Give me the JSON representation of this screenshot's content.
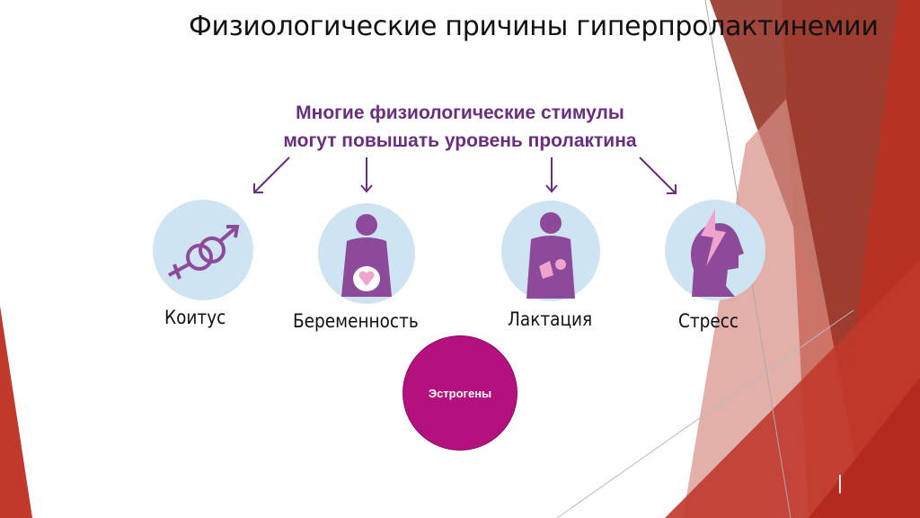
{
  "slide": {
    "title": "Физиологические причины гиперпролактинемии",
    "subtitle_line1": "Многие физиологические стимулы",
    "subtitle_line2": "могут повышать уровень пролактина",
    "stimuli": [
      {
        "label": "Коитус",
        "icon": "gender-symbols-icon"
      },
      {
        "label": "Беременность",
        "icon": "pregnant-woman-icon"
      },
      {
        "label": "Лактация",
        "icon": "breastfeeding-woman-icon"
      },
      {
        "label": "Стресс",
        "icon": "head-lightning-icon"
      }
    ],
    "estrogen_label": "Эстрогены",
    "slide_number_marker": "|"
  },
  "colors": {
    "purple_text": "#6b2d7e",
    "icon_purple": "#8d4a9b",
    "icon_bg": "#cfe4f2",
    "pink": "#f0a3cc",
    "estrogen": "#b5117e",
    "red": "#b83224"
  }
}
